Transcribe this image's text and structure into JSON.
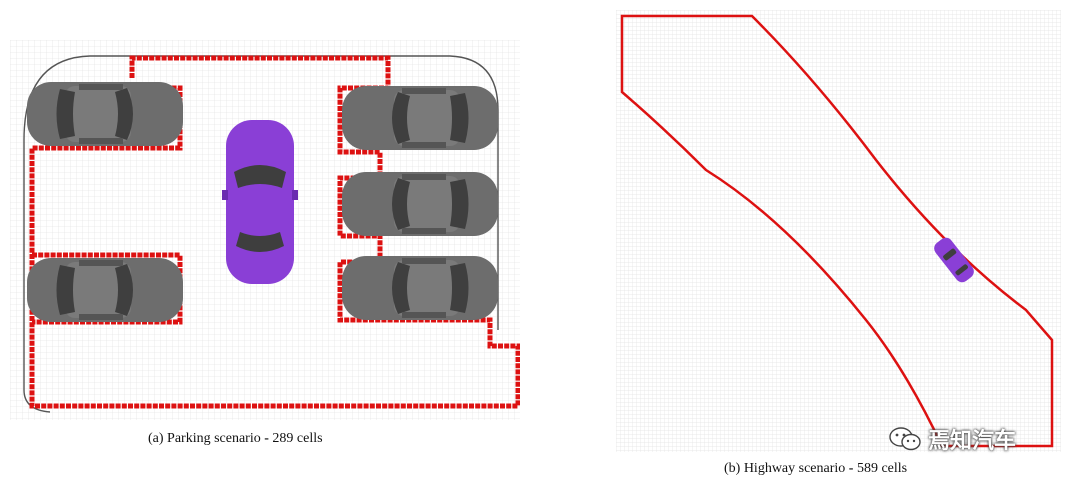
{
  "figure": {
    "panels": [
      {
        "id": "a",
        "caption_prefix": "(a) Parking scenario",
        "caption_separator": "-",
        "caption_count": "289 cells",
        "parked_cars": 5,
        "ego_car": 1
      },
      {
        "id": "b",
        "caption_prefix": "(b) Highway scenario",
        "caption_separator": "-",
        "caption_count": "589 cells",
        "ego_car": 1
      }
    ],
    "watermark": {
      "text": "焉知汽车",
      "icon": "wechat-icon"
    },
    "colors": {
      "boundary_red": "#e01010",
      "ego_purple": "#8a3fd6",
      "parked_gray": "#6f6f6f",
      "grid_line": "#e4e4e4"
    }
  }
}
